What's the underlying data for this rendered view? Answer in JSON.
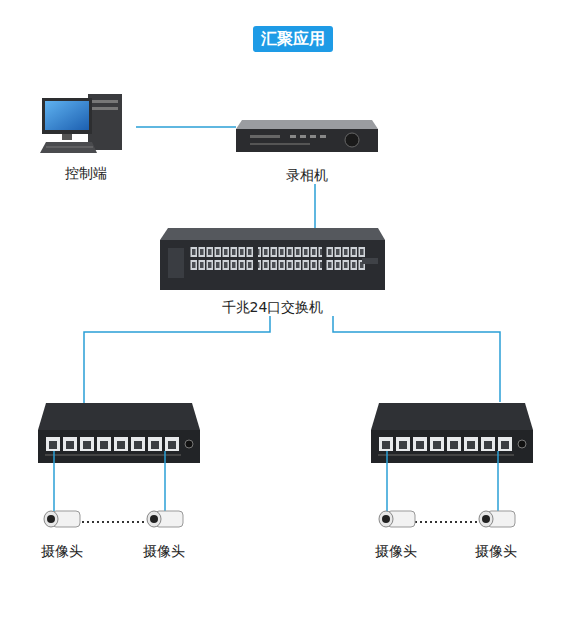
{
  "diagram": {
    "title": "汇聚应用",
    "nodes": [
      {
        "text": [
          "控制端"
        ]
      },
      {
        "text": [
          "录相机"
        ]
      },
      {
        "text": [
          "千兆24口交换机"
        ]
      },
      {
        "text": [
          "摄像头"
        ]
      },
      {
        "text": [
          "摄像头"
        ]
      },
      {
        "text": [
          "摄像头"
        ]
      },
      {
        "text": [
          "摄像头"
        ]
      }
    ],
    "edges": [
      {
        "from": 0,
        "to": 1,
        "arrow": "none"
      },
      {
        "from": 1,
        "to": 2,
        "arrow": "none"
      }
    ]
  }
}
